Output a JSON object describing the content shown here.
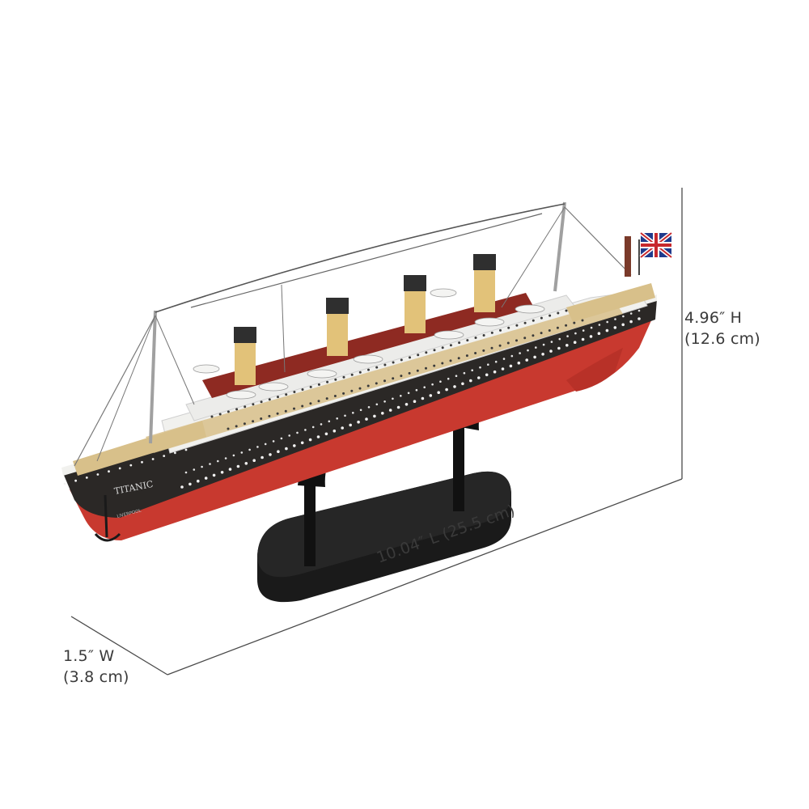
{
  "product": {
    "hull_name": "TITANIC",
    "port_name": "LIVERPOOL",
    "colors": {
      "hull_black": "#2b2826",
      "hull_red": "#c8392f",
      "superstructure_white": "#f1f1ee",
      "deck_tan": "#d8c08a",
      "funnel_buff": "#e2c279",
      "funnel_top": "#2f2f2f",
      "deck_red": "#8e2a22",
      "stand_black": "#1c1c1c"
    }
  },
  "dimensions": {
    "height": {
      "imperial": "4.96″ H",
      "metric": "(12.6 cm)"
    },
    "length": {
      "text": "10.04″ L (25.5 cm)"
    },
    "width": {
      "imperial": "1.5″ W",
      "metric": "(3.8 cm)"
    }
  }
}
